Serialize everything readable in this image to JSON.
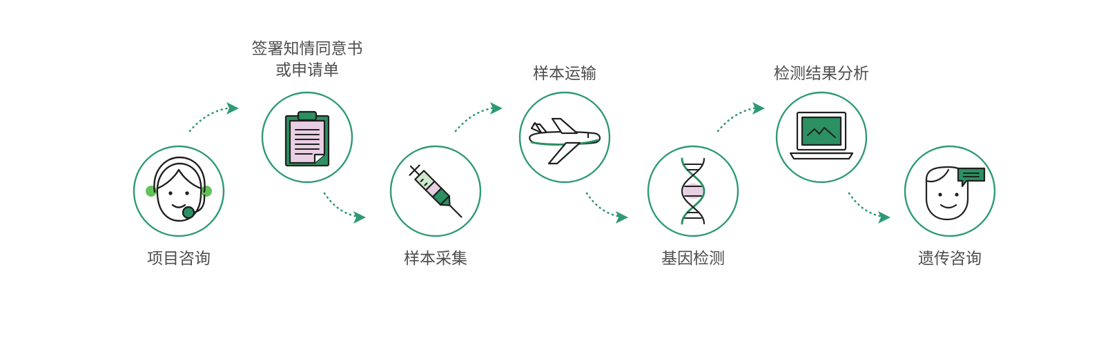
{
  "colors": {
    "ring": "#2e9a73",
    "accent_green": "#2b9062",
    "light_green": "#62c25a",
    "pink": "#e9cfe3",
    "ink": "#1f1f1f",
    "label_text": "#4d4d4d"
  },
  "steps": [
    {
      "icon": "headset-agent-icon",
      "label_lines": [
        "项目咨询"
      ]
    },
    {
      "icon": "clipboard-icon",
      "label_lines": [
        "签署知情同意书",
        "或申请单"
      ]
    },
    {
      "icon": "syringe-icon",
      "label_lines": [
        "样本采集"
      ]
    },
    {
      "icon": "airplane-icon",
      "label_lines": [
        "样本运输"
      ]
    },
    {
      "icon": "dna-icon",
      "label_lines": [
        "基因检测"
      ]
    },
    {
      "icon": "laptop-icon",
      "label_lines": [
        "检测结果分析"
      ]
    },
    {
      "icon": "person-speech-icon",
      "label_lines": [
        "遗传咨询"
      ]
    }
  ]
}
